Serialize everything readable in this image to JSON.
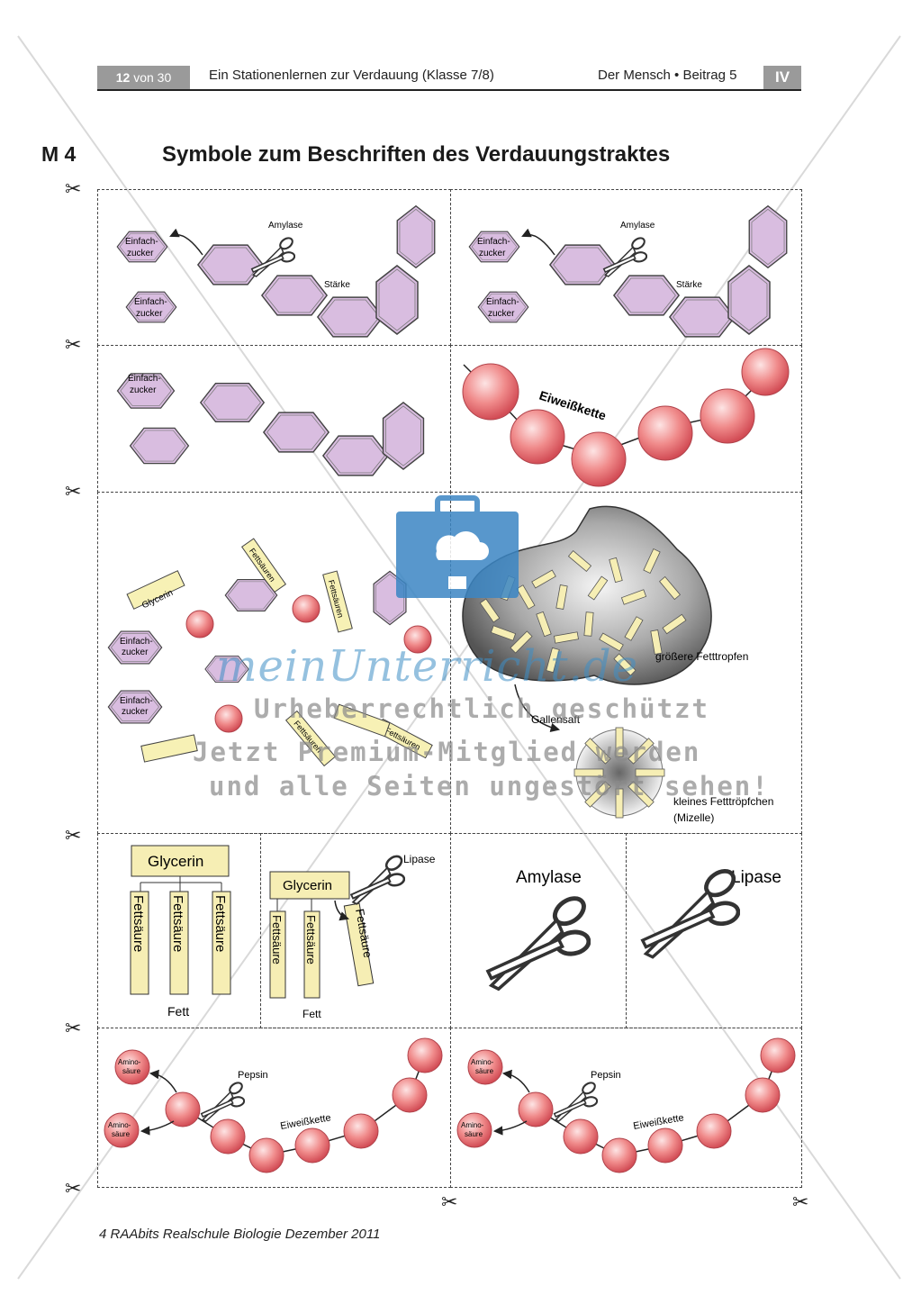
{
  "header": {
    "page_num": "12",
    "page_of": "von 30",
    "title": "Ein Stationenlernen zur Verdauung (Klasse 7/8)",
    "right": "Der Mensch • Beitrag 5",
    "section": "IV"
  },
  "material": "M 4",
  "page_title": "Symbole zum Beschriften des Verdauungstraktes",
  "labels": {
    "amylase_small": "Amylase",
    "staerke": "Stärke",
    "einfach1": "Einfach-",
    "einfach2": "zucker",
    "eiweisskette": "Eiweißkette",
    "glycerin": "Glycerin",
    "fettsaeuren": "Fettsäuren",
    "fettsaeure": "Fettsäure",
    "fett": "Fett",
    "groessere": "größere Fetttropfen",
    "gallensaft": "Gallensaft",
    "kleines": "kleines Fetttröpfchen",
    "mizelle": "(Mizelle)",
    "lipase_small": "Lipase",
    "amylase_big": "Amylase",
    "lipase_big": "Lipase",
    "pepsin": "Pepsin",
    "amino1": "Amino-",
    "amino2": "säure"
  },
  "watermark": {
    "brand": "meinUnterricht.de",
    "line1": "Urheberrechtlich geschützt",
    "line2": "Jetzt Premium-Mitglied werden",
    "line3": "und alle Seiten ungestört sehen!"
  },
  "icons": {
    "cut": "✂"
  },
  "footer": "4 RAAbits Realschule Biologie Dezember 2011"
}
